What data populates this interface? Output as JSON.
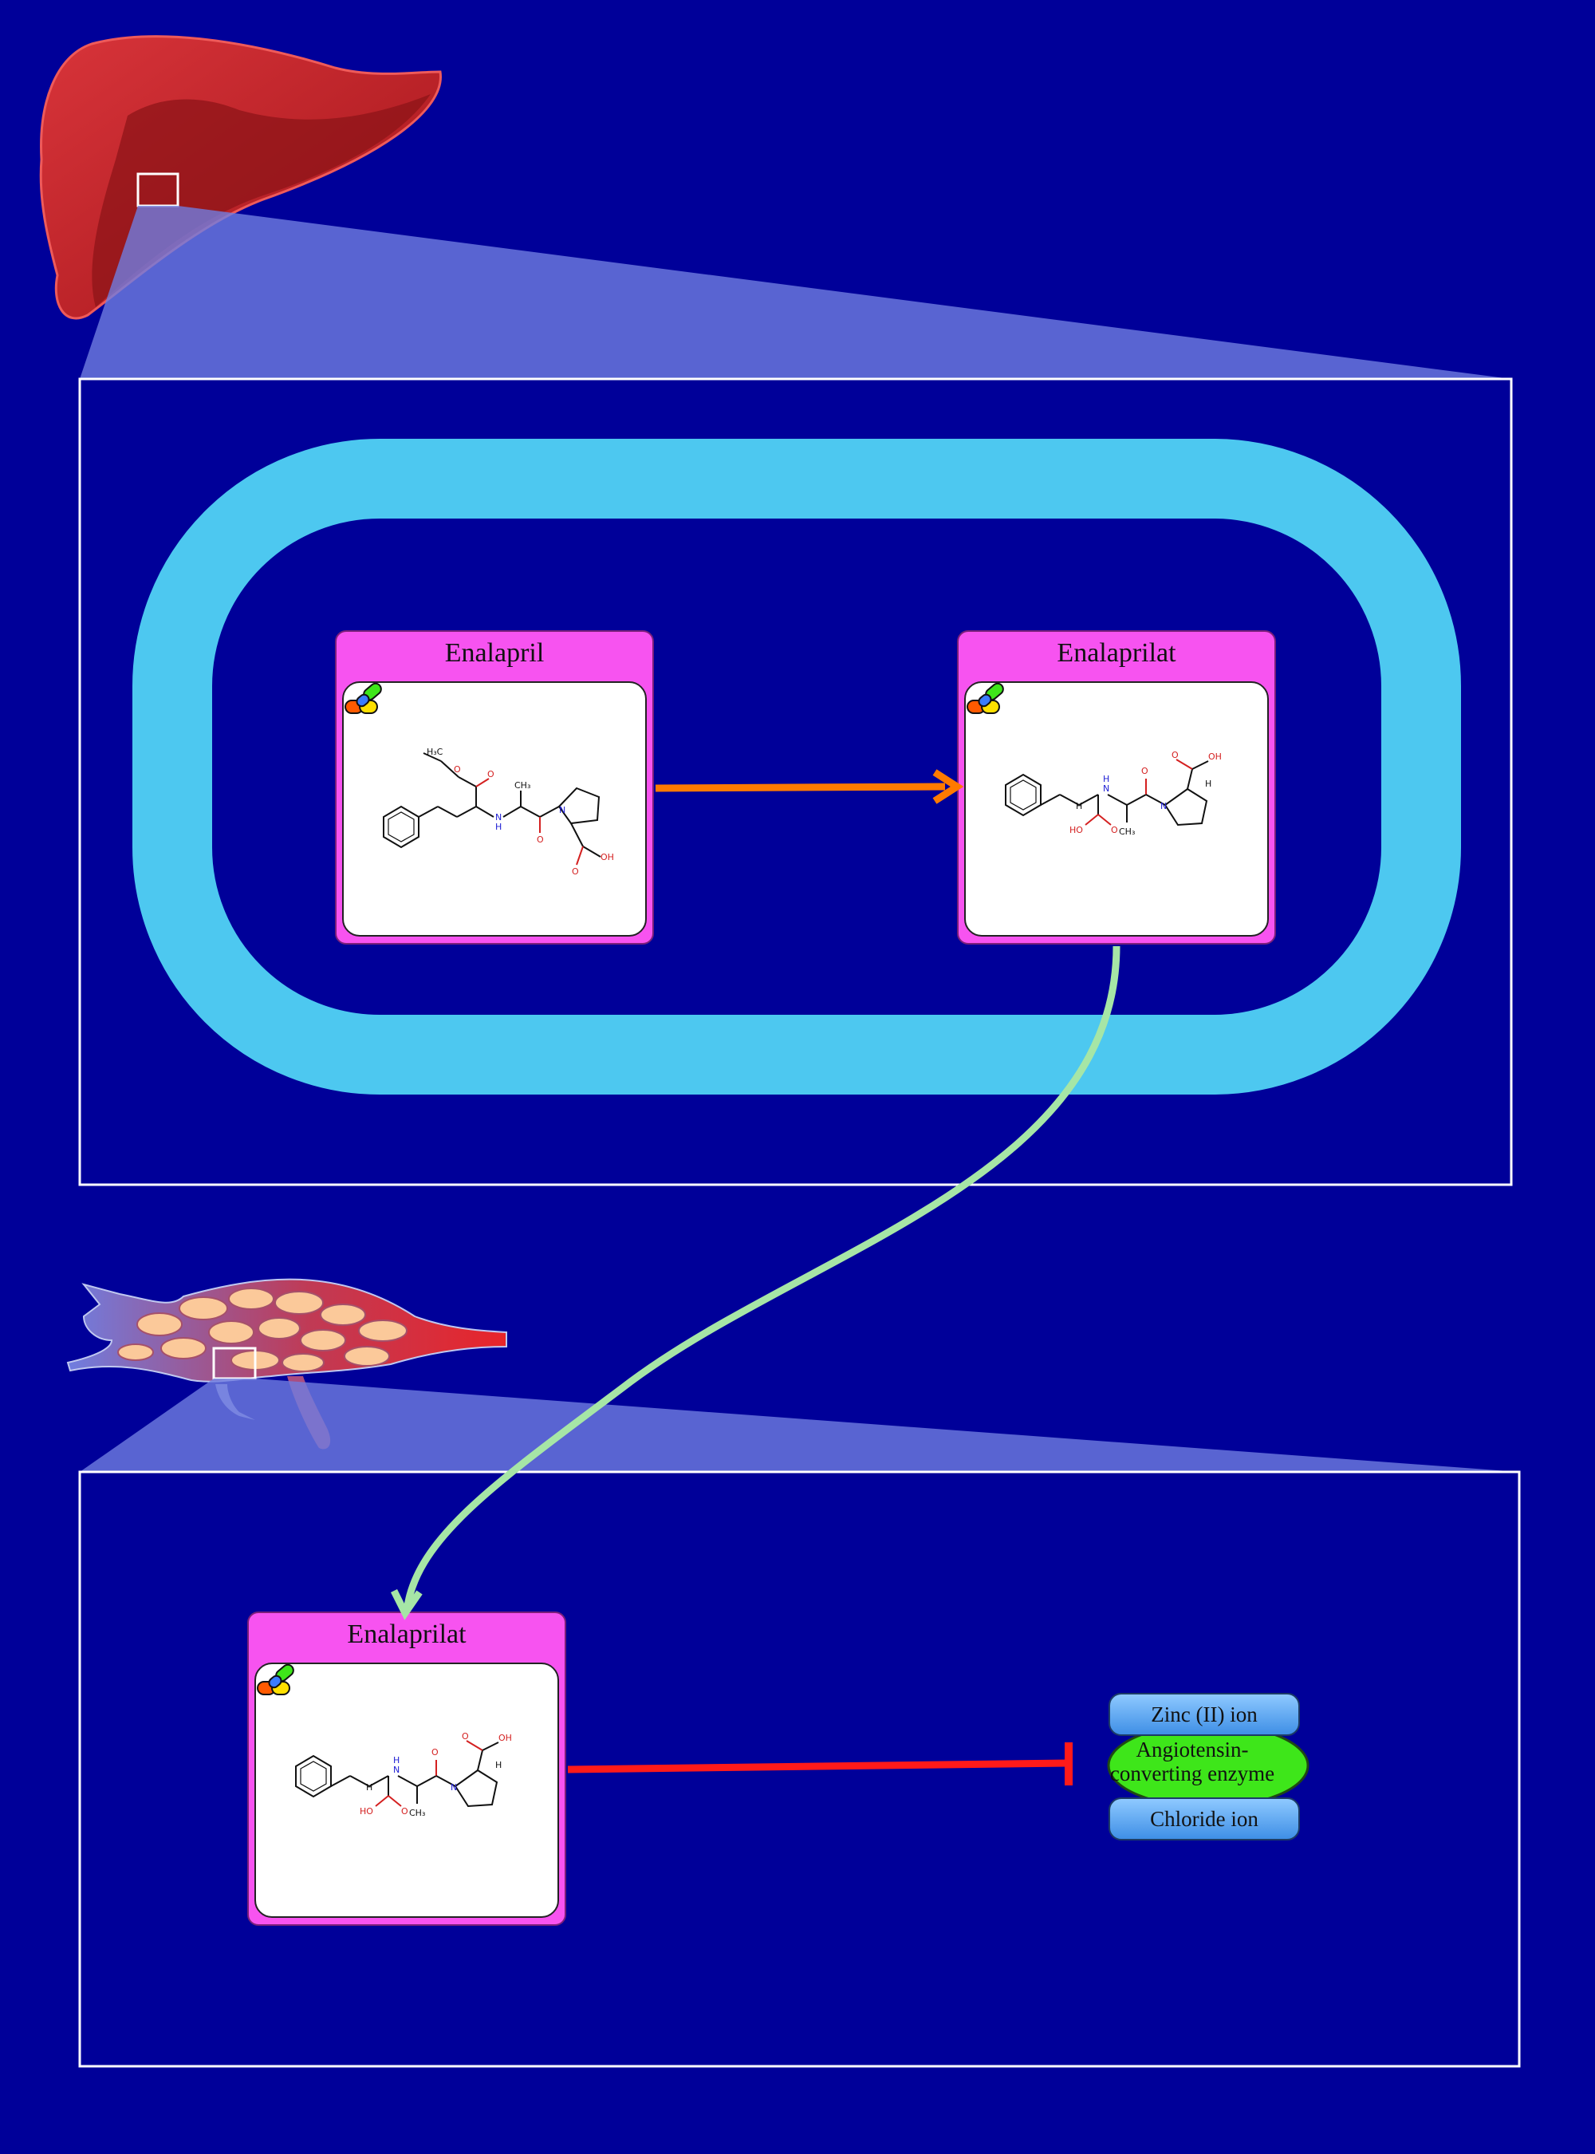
{
  "compartments": {
    "liver": {
      "cells": {
        "compounds": [
          {
            "label": "Enalapril"
          },
          {
            "label": "Enalaprilat"
          }
        ]
      }
    },
    "vessel": {
      "compounds": [
        {
          "label": "Enalaprilat"
        }
      ]
    }
  },
  "target": {
    "enzyme_label": "Angiotensin-\nconverting enzyme",
    "cofactors": [
      "Zinc (II) ion",
      "Chloride ion"
    ]
  },
  "interactions": [
    {
      "from": "Enalapril",
      "to": "Enalaprilat",
      "type": "conversion",
      "color": "#ff7a00"
    },
    {
      "from": "Enalaprilat",
      "to": "Enalaprilat",
      "type": "transport",
      "color": "#a6e6a6"
    },
    {
      "from": "Enalaprilat",
      "to": "Angiotensin-converting enzyme",
      "type": "inhibition",
      "color": "#ff1a1a"
    }
  ],
  "colors": {
    "background": "#000099",
    "cell": "#4dc8f0",
    "compound_card": "#f753f0",
    "enzyme": "#3ee61a",
    "ion": "#5aa8f5",
    "zoom_callout": "#6f7de0"
  }
}
